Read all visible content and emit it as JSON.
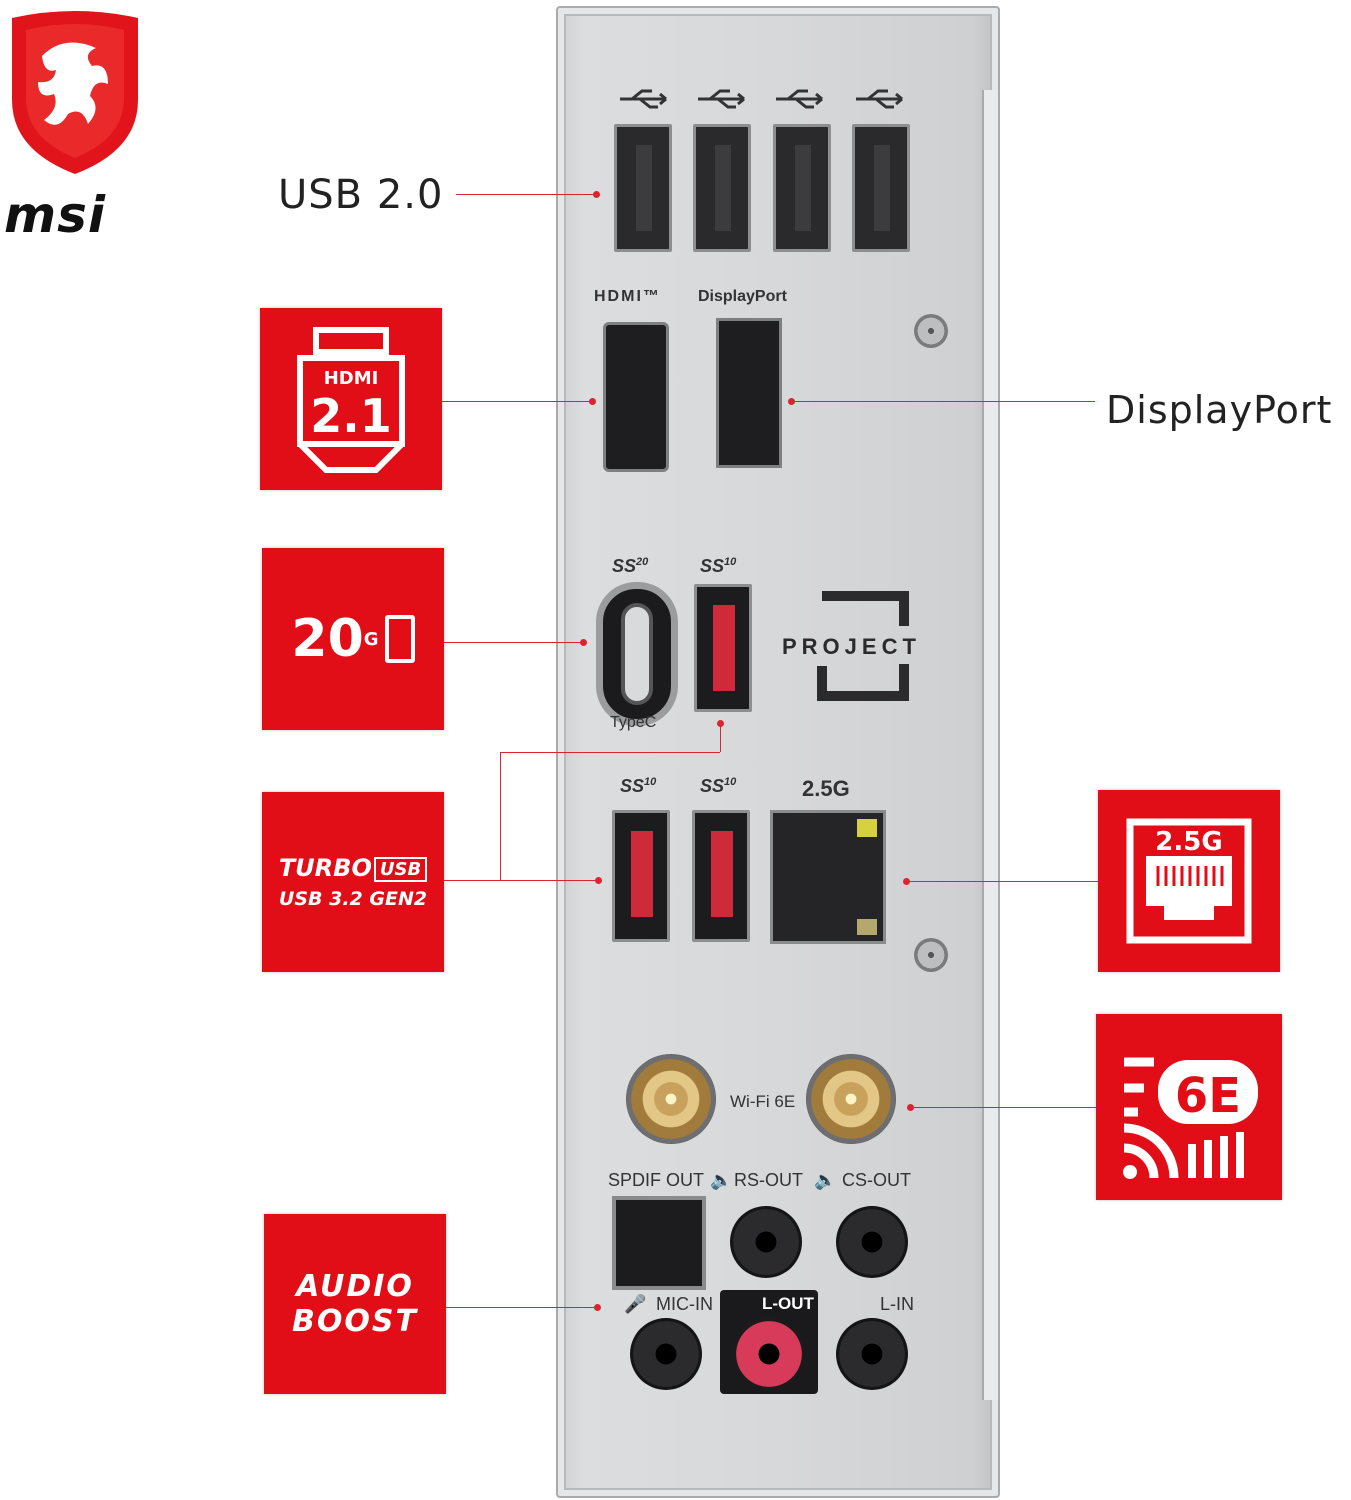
{
  "logo": {
    "brand_text": "msi"
  },
  "callouts": {
    "usb20": "USB 2.0",
    "displayport": "DisplayPort"
  },
  "tiles": {
    "hdmi": {
      "brand": "HDMI",
      "version": "2.1"
    },
    "usb20g": {
      "value": "20",
      "unit": "G"
    },
    "turbo": {
      "line1": "TURBO",
      "line2": "USB",
      "line3": "USB 3.2 GEN2"
    },
    "lan": {
      "speed": "2.5G"
    },
    "wifi": {
      "gen": "6E"
    },
    "audio": {
      "line1": "AUDIO",
      "line2": "BOOST"
    }
  },
  "plate": {
    "hdmi_label": "HDMI™",
    "dp_label": "DisplayPort",
    "typec_label": "TypeC",
    "ss20": "20",
    "ss10_a": "10",
    "ss10_b": "10",
    "ss10_c": "10",
    "ss_prefix": "SS",
    "project_label": "PROJECT",
    "lan_label": "2.5G",
    "wifi_label": "Wi-Fi 6E",
    "audio": {
      "spdif": "SPDIF OUT",
      "rs_out": "RS-OUT",
      "cs_out": "CS-OUT",
      "mic_in": "MIC-IN",
      "l_out": "L-OUT",
      "l_in": "L-IN"
    }
  },
  "colors": {
    "brand_red": "#e10e17",
    "line_red": "#d9262e",
    "plate": "#d7d8da"
  }
}
